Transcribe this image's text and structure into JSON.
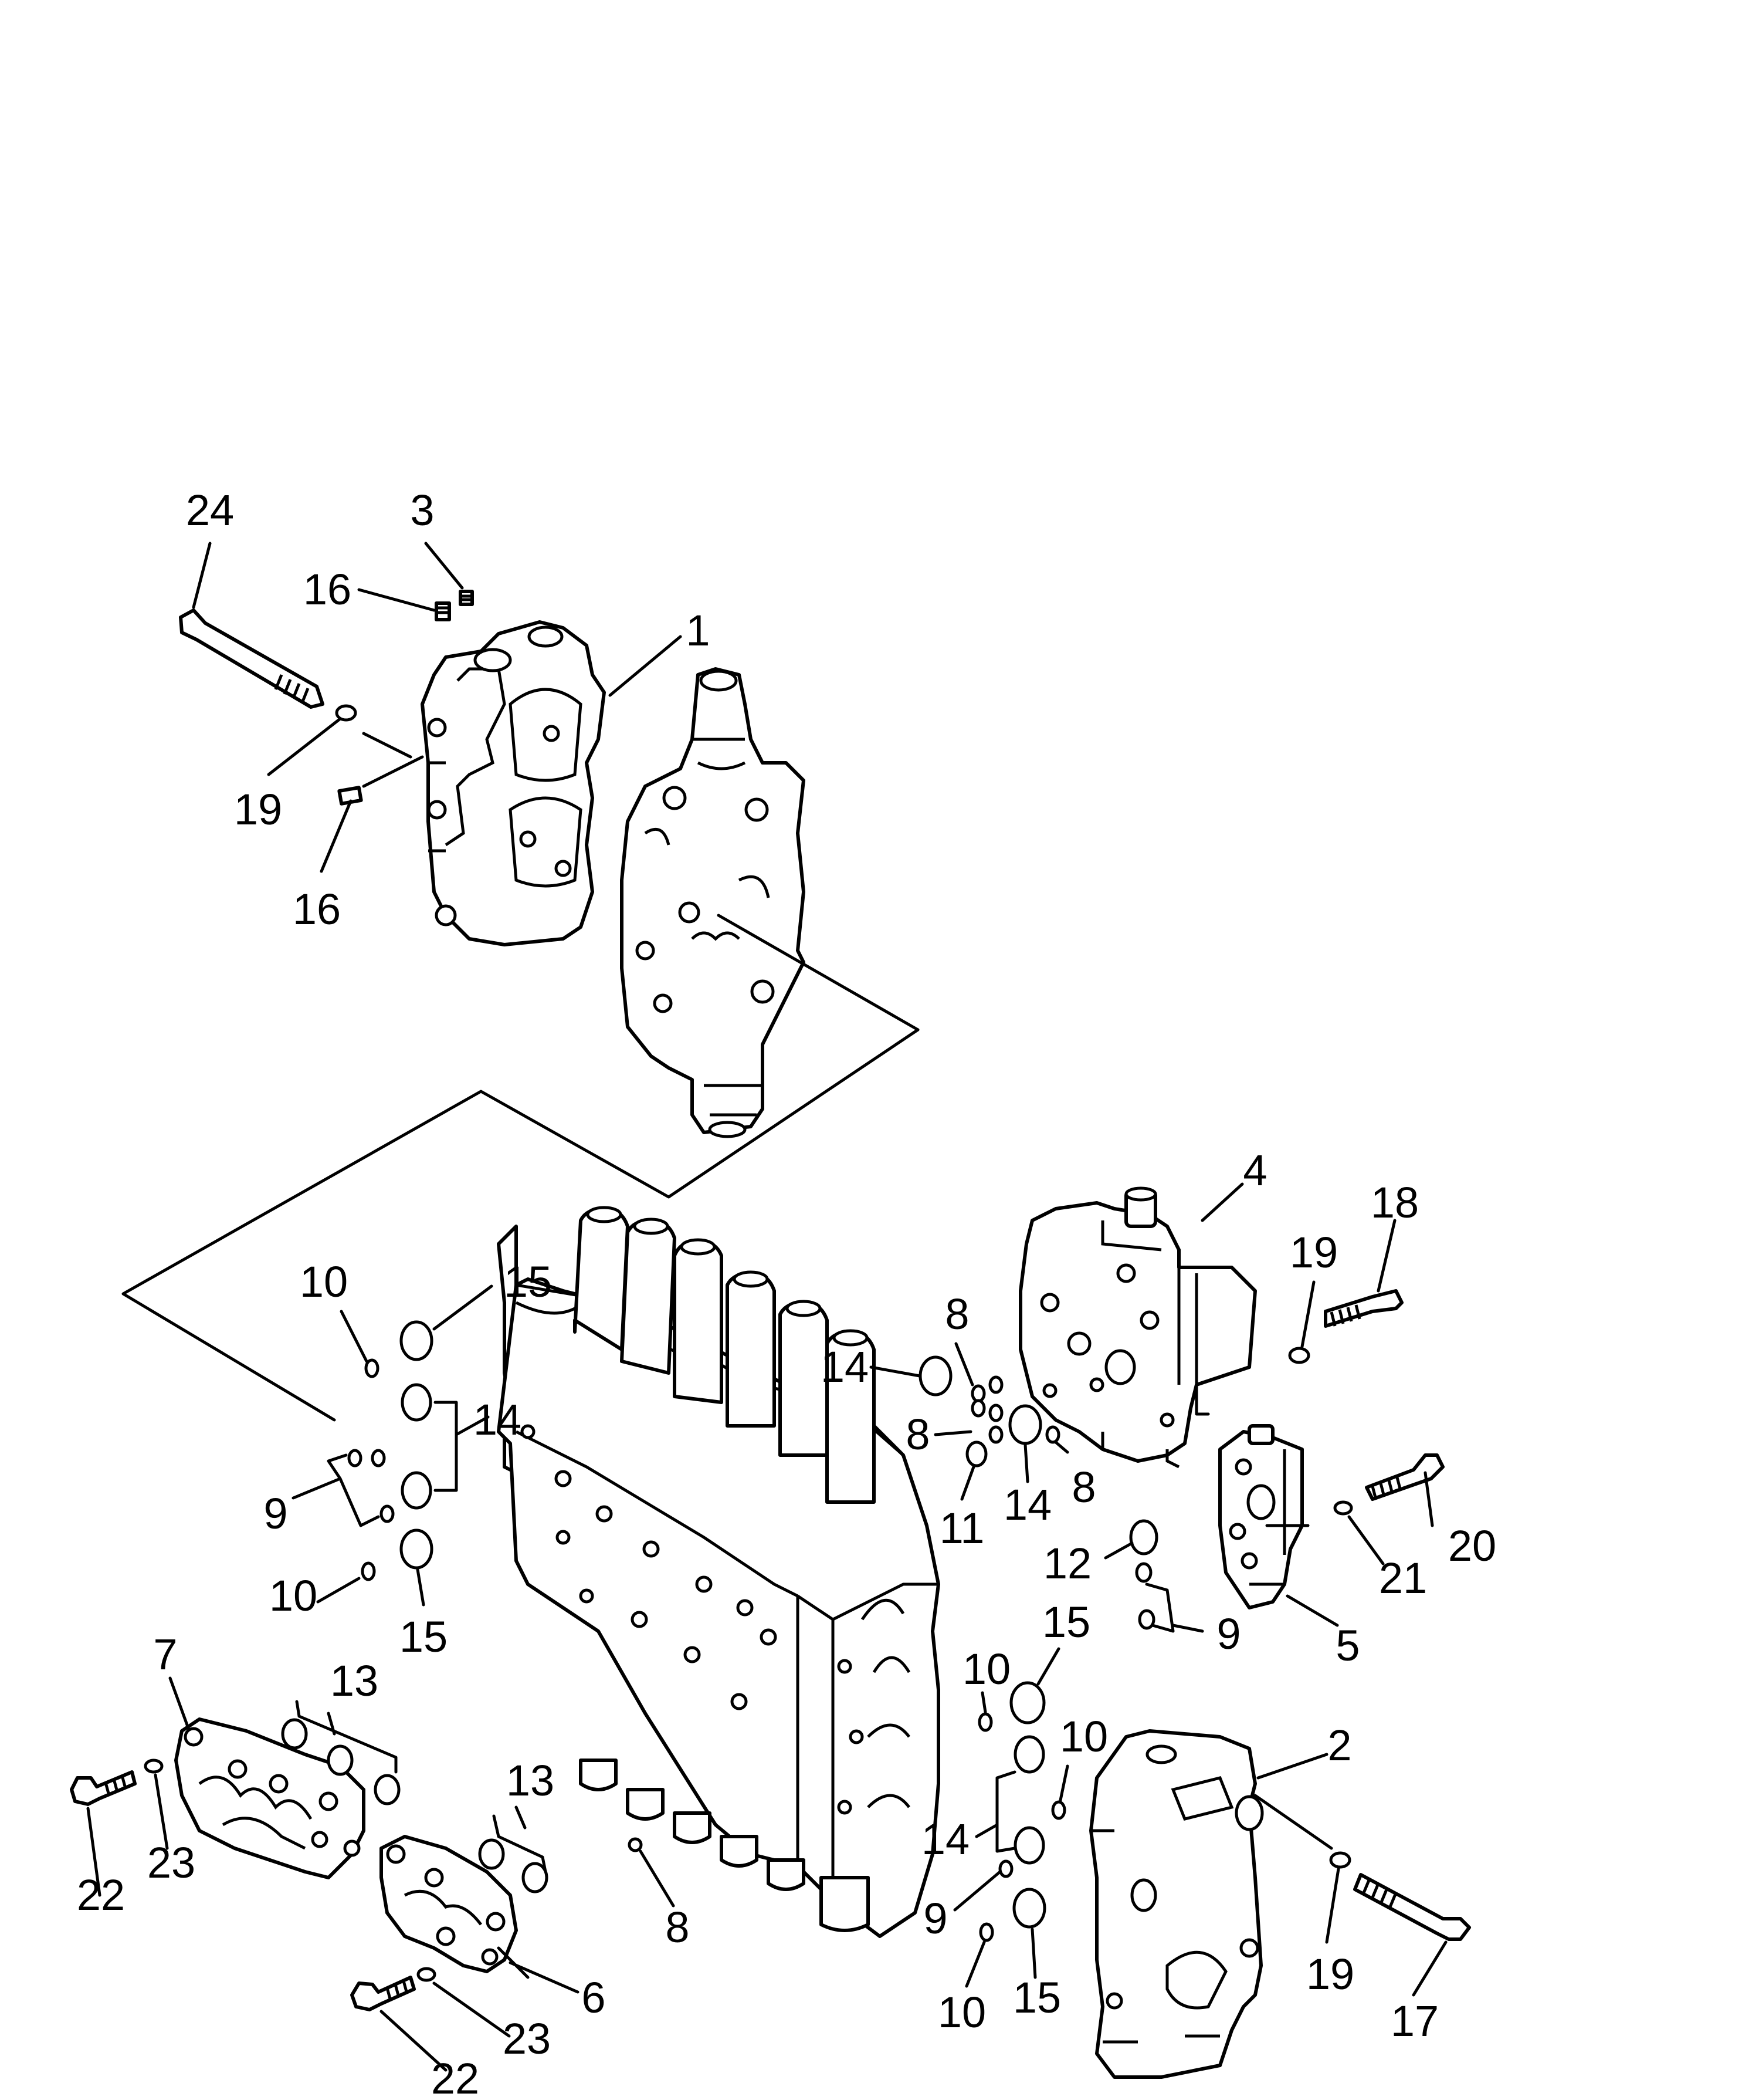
{
  "diagram": {
    "callouts": [
      {
        "id": "c24a",
        "label": "24"
      },
      {
        "id": "c3",
        "label": "3"
      },
      {
        "id": "c16a",
        "label": "16"
      },
      {
        "id": "c1",
        "label": "1"
      },
      {
        "id": "c19a",
        "label": "19"
      },
      {
        "id": "c16b",
        "label": "16"
      },
      {
        "id": "c4",
        "label": "4"
      },
      {
        "id": "c18",
        "label": "18"
      },
      {
        "id": "c19b",
        "label": "19"
      },
      {
        "id": "c10a",
        "label": "10"
      },
      {
        "id": "c15a",
        "label": "15"
      },
      {
        "id": "c8a",
        "label": "8"
      },
      {
        "id": "c14a",
        "label": "14"
      },
      {
        "id": "c14b",
        "label": "14"
      },
      {
        "id": "c8b",
        "label": "8"
      },
      {
        "id": "c8c",
        "label": "8"
      },
      {
        "id": "c11",
        "label": "11"
      },
      {
        "id": "c14c",
        "label": "14"
      },
      {
        "id": "c20",
        "label": "20"
      },
      {
        "id": "c9a",
        "label": "9"
      },
      {
        "id": "c12",
        "label": "12"
      },
      {
        "id": "c21",
        "label": "21"
      },
      {
        "id": "c10b",
        "label": "10"
      },
      {
        "id": "c15b",
        "label": "15"
      },
      {
        "id": "c9b",
        "label": "9"
      },
      {
        "id": "c5",
        "label": "5"
      },
      {
        "id": "c7",
        "label": "7"
      },
      {
        "id": "c13a",
        "label": "13"
      },
      {
        "id": "c10c",
        "label": "10"
      },
      {
        "id": "c15c",
        "label": "15"
      },
      {
        "id": "c2",
        "label": "2"
      },
      {
        "id": "c10d",
        "label": "10"
      },
      {
        "id": "c13b",
        "label": "13"
      },
      {
        "id": "c14d",
        "label": "14"
      },
      {
        "id": "c22a",
        "label": "22"
      },
      {
        "id": "c23a",
        "label": "23"
      },
      {
        "id": "c8d",
        "label": "8"
      },
      {
        "id": "c9c",
        "label": "9"
      },
      {
        "id": "c6",
        "label": "6"
      },
      {
        "id": "c19c",
        "label": "19"
      },
      {
        "id": "c10e",
        "label": "10"
      },
      {
        "id": "c15d",
        "label": "15"
      },
      {
        "id": "c17",
        "label": "17"
      },
      {
        "id": "c23b",
        "label": "23"
      },
      {
        "id": "c22b",
        "label": "22"
      }
    ]
  }
}
